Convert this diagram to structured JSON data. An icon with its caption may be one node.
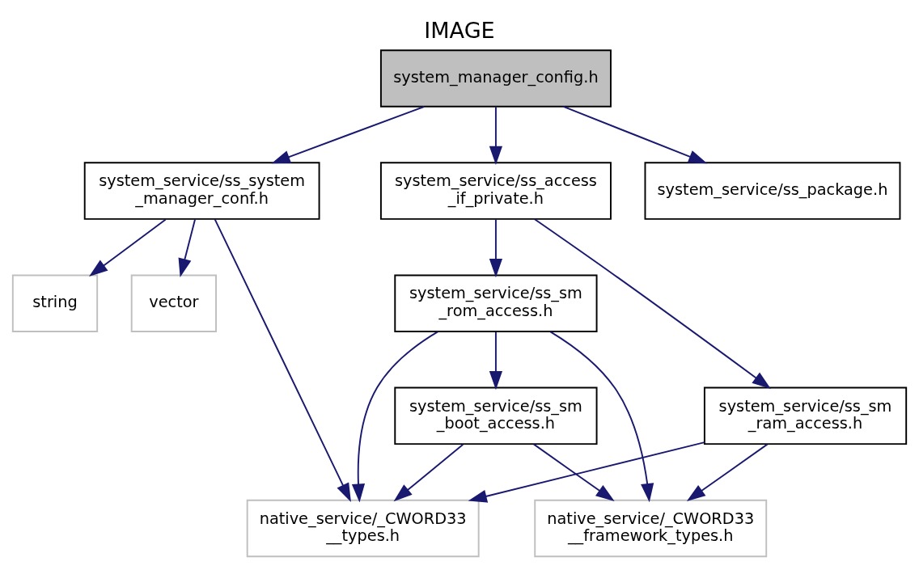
{
  "diagram": {
    "title": "IMAGE",
    "nodes": [
      {
        "text": [
          "system_manager_config.h"
        ]
      },
      {
        "text": [
          "system_service/ss_system _manager_conf.h"
        ]
      },
      {
        "text": [
          "system_service/ss_access _if_private.h"
        ]
      },
      {
        "text": [
          "system_service/ss_package.h"
        ]
      },
      {
        "text": [
          "string"
        ]
      },
      {
        "text": [
          "vector"
        ]
      },
      {
        "text": [
          "system_service/ss_sm _rom_access.h"
        ]
      },
      {
        "text": [
          "system_service/ss_sm _boot_access.h"
        ]
      },
      {
        "text": [
          "system_service/ss_sm _ram_access.h"
        ]
      },
      {
        "text": [
          "native_service/_CWORD33 __types.h"
        ]
      },
      {
        "text": [
          "native_service/_CWORD33 __framework_types.h"
        ]
      }
    ],
    "edges": [
      {
        "from": 0,
        "to": 1,
        "arrow": "to"
      },
      {
        "from": 0,
        "to": 2,
        "arrow": "to"
      },
      {
        "from": 0,
        "to": 3,
        "arrow": "to"
      },
      {
        "from": 1,
        "to": 4,
        "arrow": "to"
      },
      {
        "from": 1,
        "to": 5,
        "arrow": "to"
      },
      {
        "from": 1,
        "to": 9,
        "arrow": "to"
      },
      {
        "from": 2,
        "to": 6,
        "arrow": "to"
      },
      {
        "from": 2,
        "to": 8,
        "arrow": "to"
      },
      {
        "from": 6,
        "to": 9,
        "arrow": "to"
      },
      {
        "from": 6,
        "to": 7,
        "arrow": "to"
      },
      {
        "from": 6,
        "to": 10,
        "arrow": "to"
      },
      {
        "from": 7,
        "to": 9,
        "arrow": "to"
      },
      {
        "from": 7,
        "to": 10,
        "arrow": "to"
      },
      {
        "from": 8,
        "to": 9,
        "arrow": "to"
      },
      {
        "from": 8,
        "to": 10,
        "arrow": "to"
      }
    ]
  }
}
